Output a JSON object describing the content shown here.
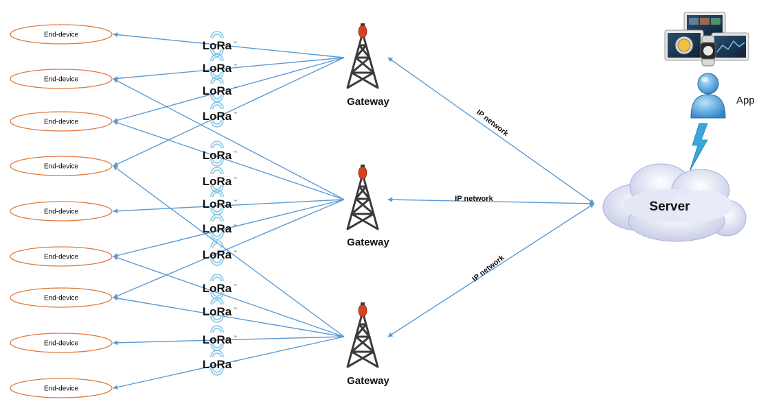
{
  "colors": {
    "device_outline": "#e0783b",
    "link_line": "#5b9bd5",
    "tower": "#3a3a3a",
    "tower_light": "#d9411e",
    "signal_arcs": "#7fc6e8",
    "cloud": "#d4daf0",
    "lightning": "#3aa7dc"
  },
  "end_devices": [
    {
      "label": "End-device"
    },
    {
      "label": "End-device"
    },
    {
      "label": "End-device"
    },
    {
      "label": "End-device"
    },
    {
      "label": "End-device"
    },
    {
      "label": "End-device"
    },
    {
      "label": "End-device"
    },
    {
      "label": "End-device"
    },
    {
      "label": "End-device"
    }
  ],
  "lora_links": [
    {
      "label": "LoRa",
      "mark": "™"
    },
    {
      "label": "LoRa",
      "mark": "™"
    },
    {
      "label": "LoRa",
      "mark": "™"
    },
    {
      "label": "LoRa",
      "mark": "™"
    },
    {
      "label": "LoRa",
      "mark": "™"
    },
    {
      "label": "LoRa",
      "mark": "™"
    },
    {
      "label": "LoRa",
      "mark": "™"
    },
    {
      "label": "LoRa",
      "mark": "™"
    },
    {
      "label": "LoRa",
      "mark": "™"
    },
    {
      "label": "LoRa",
      "mark": "™"
    },
    {
      "label": "LoRa",
      "mark": "™"
    },
    {
      "label": "LoRa",
      "mark": "™"
    },
    {
      "label": "LoRa",
      "mark": "™"
    }
  ],
  "gateways": [
    {
      "label": "Gateway",
      "icon": "cell-tower-icon"
    },
    {
      "label": "Gateway",
      "icon": "cell-tower-icon"
    },
    {
      "label": "Gateway",
      "icon": "cell-tower-icon"
    }
  ],
  "ip_links": [
    {
      "label": "IP network"
    },
    {
      "label": "IP network"
    },
    {
      "label": "IP network"
    }
  ],
  "server": {
    "label": "Server",
    "icon": "cloud-icon"
  },
  "app": {
    "label": "App",
    "icons": [
      "tablet-icon",
      "smartwatch-icon",
      "user-icon",
      "lightning-icon"
    ]
  }
}
